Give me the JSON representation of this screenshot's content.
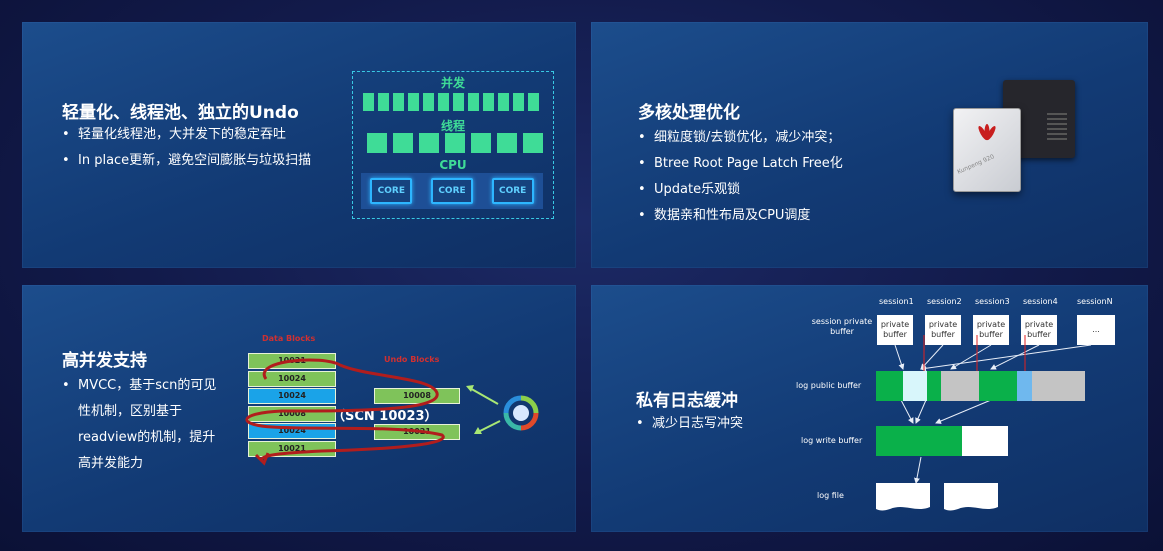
{
  "panel1": {
    "title": "轻量化、线程池、独立的Undo",
    "bullets": [
      "轻量化线程池，大并发下的稳定吞吐",
      "In place更新，避免空间膨胀与垃圾扫描"
    ],
    "diagram": {
      "concurrency_label": "并发",
      "thread_label": "线程",
      "cpu_label": "CPU",
      "core_label": "CORE",
      "core_count": 3
    }
  },
  "panel2": {
    "title": "多核处理优化",
    "bullets": [
      "细粒度锁/去锁优化，减少冲突；",
      "Btree Root Page Latch Free化",
      "Update乐观锁",
      "数据亲和性布局及CPU调度"
    ],
    "chip_label": "Kunpeng 920"
  },
  "panel3": {
    "title": "高并发支持",
    "bullets": [
      "MVCC，基于scn的可见性机制，区别基于readview的机制，提升高并发能力"
    ],
    "diagram": {
      "data_blocks_label": "Data Blocks",
      "undo_blocks_label": "Undo Blocks",
      "scn_label": "（SCN 10023）",
      "data_blocks": [
        {
          "value": "10021",
          "color": "green"
        },
        {
          "value": "10024",
          "color": "green"
        },
        {
          "value": "10024",
          "color": "blue"
        },
        {
          "value": "10008",
          "color": "green"
        },
        {
          "value": "10024",
          "color": "blue"
        },
        {
          "value": "10021",
          "color": "green"
        }
      ],
      "undo_blocks": [
        "10008",
        "10021"
      ]
    }
  },
  "panel4": {
    "title": "私有日志缓冲",
    "bullets": [
      "减少日志写冲突"
    ],
    "diagram": {
      "sessions": [
        "session1",
        "session2",
        "session3",
        "session4",
        "sessionN"
      ],
      "private_buffer_label": "private buffer",
      "ellipsis": "...",
      "row_labels": {
        "private": "session private buffer",
        "public": "log public buffer",
        "write": "log write buffer",
        "file": "log file"
      },
      "colors": {
        "green": "#0ab04a",
        "gray": "#c4c4c4",
        "light_cyan": "#d8f6fb",
        "light_blue": "#6fb8ee"
      }
    }
  }
}
